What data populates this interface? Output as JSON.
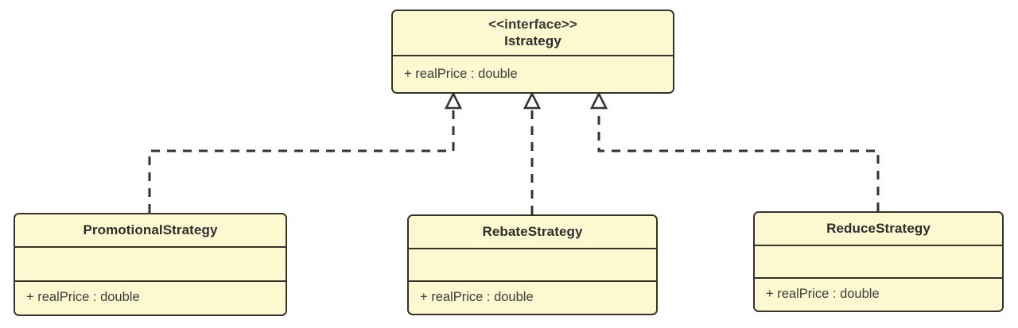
{
  "diagram": {
    "kind": "uml-class-diagram",
    "background_color": "#ffffff",
    "box_fill_color": "#fcf8cf",
    "box_border_color": "#35332c",
    "text_color": "#3d3d3b",
    "connector_color": "#35332c",
    "connector_style": "dashed",
    "arrowhead": "hollow-triangle"
  },
  "interface": {
    "stereotype": "<<interface>>",
    "name": "Istrategy",
    "attributes": [],
    "operations": [
      {
        "text": "+ realPrice : double"
      }
    ]
  },
  "classes": [
    {
      "id": "promotional",
      "name": "PromotionalStrategy",
      "attributes": [],
      "operations": [
        {
          "text": "+ realPrice : double"
        }
      ]
    },
    {
      "id": "rebate",
      "name": "RebateStrategy",
      "attributes": [],
      "operations": [
        {
          "text": "+ realPrice : double"
        }
      ]
    },
    {
      "id": "reduce",
      "name": "ReduceStrategy",
      "attributes": [],
      "operations": [
        {
          "text": "+ realPrice : double"
        }
      ]
    }
  ],
  "relationships": [
    {
      "type": "realization",
      "from": "PromotionalStrategy",
      "to": "Istrategy"
    },
    {
      "type": "realization",
      "from": "RebateStrategy",
      "to": "Istrategy"
    },
    {
      "type": "realization",
      "from": "ReduceStrategy",
      "to": "Istrategy"
    }
  ]
}
